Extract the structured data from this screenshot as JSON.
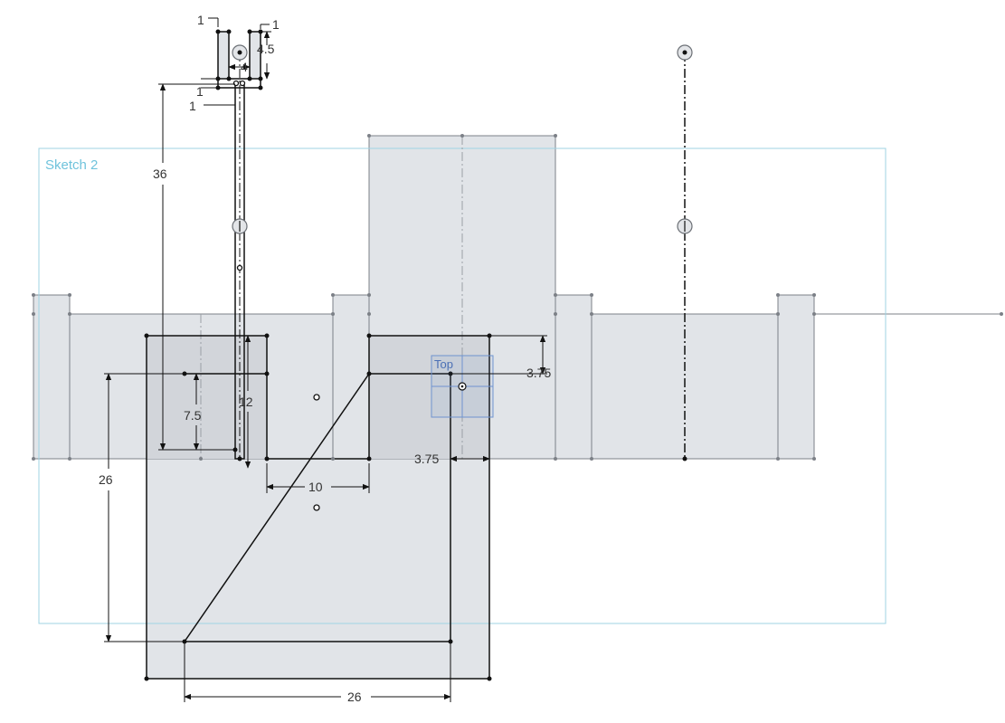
{
  "sketch": {
    "label": "Sketch 2"
  },
  "plane": {
    "label": "Top"
  },
  "dimensions": {
    "top_left_width": "1",
    "top_right_width": "1",
    "prong_height": "4.5",
    "prong_gap": "4",
    "bar_height_a": "1",
    "bar_offset": "1",
    "stem_height": "36",
    "inner_height": "12",
    "small_height": "7.5",
    "right_depth": "3.75",
    "right_width": "3.75",
    "slot_width": "10",
    "frame_height": "26",
    "frame_width": "26"
  },
  "colors": {
    "region_fill": "#e1e4e8",
    "region_edge": "#7c8087",
    "sketch_line": "#111111",
    "sketch_frame": "#9fd3e3",
    "sketch_label": "#6fc3dc",
    "plane": "#6f93cf",
    "dimension_text": "#333333"
  }
}
